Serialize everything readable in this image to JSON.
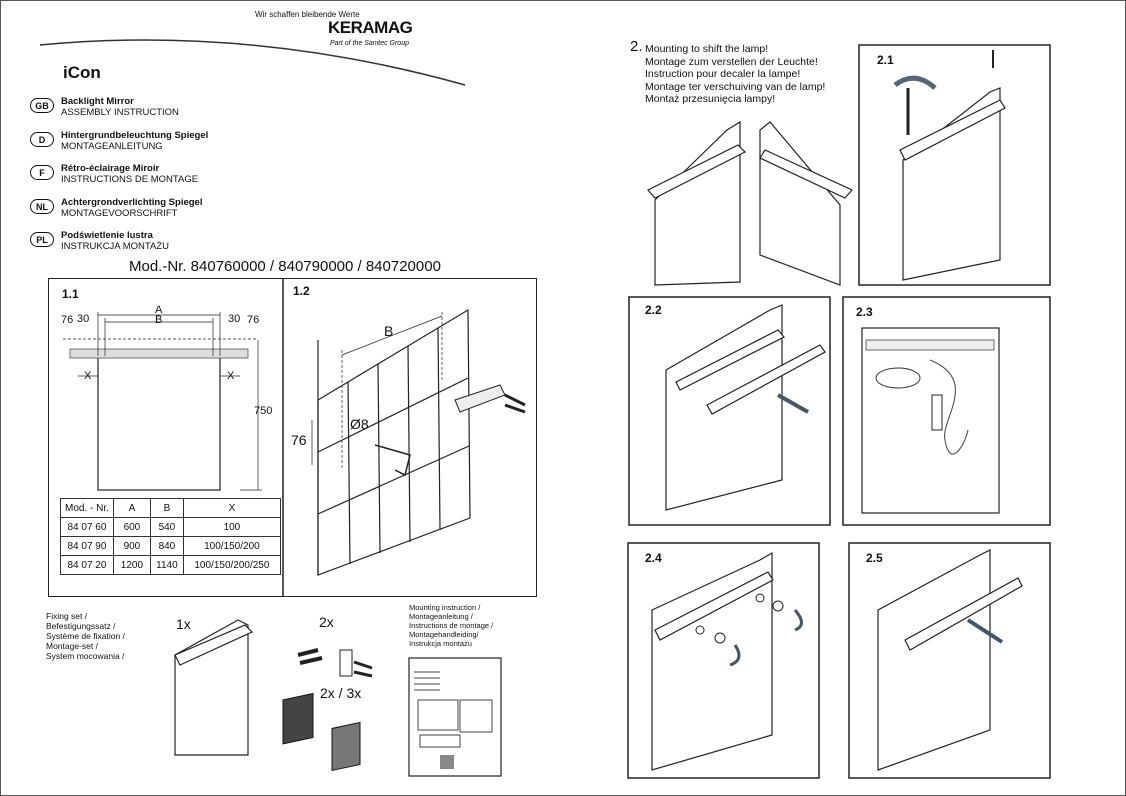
{
  "header": {
    "slogan": "Wir schaffen bleibende Werte",
    "brand": "KERAMAG",
    "group": "Part of the Sanitec Group",
    "product": "iCon"
  },
  "languages": [
    {
      "code": "GB",
      "title": "Backlight Mirror",
      "subtitle": "ASSEMBLY INSTRUCTION"
    },
    {
      "code": "D",
      "title": "Hintergrundbeleuchtung Spiegel",
      "subtitle": "MONTAGEANLEITUNG"
    },
    {
      "code": "F",
      "title": "Rétro-éclairage Miroir",
      "subtitle": "INSTRUCTIONS DE MONTAGE"
    },
    {
      "code": "NL",
      "title": "Achtergrondverlichting Spiegel",
      "subtitle": "MONTAGEVOORSCHRIFT"
    },
    {
      "code": "PL",
      "title": "Podświetlenie lustra",
      "subtitle": "INSTRUKCJA MONTAŻU"
    }
  ],
  "model_numbers": "Mod.-Nr. 840760000 / 840790000 / 840720000",
  "fig11": {
    "label": "1.1",
    "dim_a": "A",
    "dim_b": "B",
    "dim_76_left": "76",
    "dim_30_left": "30",
    "dim_30_right": "30",
    "dim_76_right": "76",
    "dim_x_left": "X",
    "dim_x_right": "X",
    "dim_750": "750"
  },
  "spec_table": {
    "headers": [
      "Mod. - Nr.",
      "A",
      "B",
      "X"
    ],
    "rows": [
      [
        "84 07 60",
        "600",
        "540",
        "100"
      ],
      [
        "84 07 90",
        "900",
        "840",
        "100/150/200"
      ],
      [
        "84 07 20",
        "1200",
        "1140",
        "100/150/200/250"
      ]
    ]
  },
  "fig12": {
    "label": "1.2",
    "dim_b": "B",
    "dim_76": "76",
    "dim_d8": "Ø8"
  },
  "fixing_set": [
    "Fixing set /",
    "Befestigungssatz /",
    "Système de fixation /",
    "Montage-set /",
    "System mocowania /"
  ],
  "counts": {
    "lamp": "1x",
    "screws": "2x",
    "pads": "2x / 3x"
  },
  "mounting_docs": [
    "Mounting instruction /",
    "Montageanleitung /",
    "Instructions de montage /",
    "Montagehandleiding/",
    "Instrukcja montażu"
  ],
  "step2": {
    "number": "2.",
    "lines": [
      "Mounting to shift the lamp!",
      "Montage zum verstellen der Leuchte!",
      "Instruction pour decaler la lampe!",
      "Montage ter verschuiving van de lamp!",
      "Montaż przesunięcia lampy!"
    ]
  },
  "panels": {
    "p21": "2.1",
    "p22": "2.2",
    "p23": "2.3",
    "p24": "2.4",
    "p25": "2.5"
  }
}
